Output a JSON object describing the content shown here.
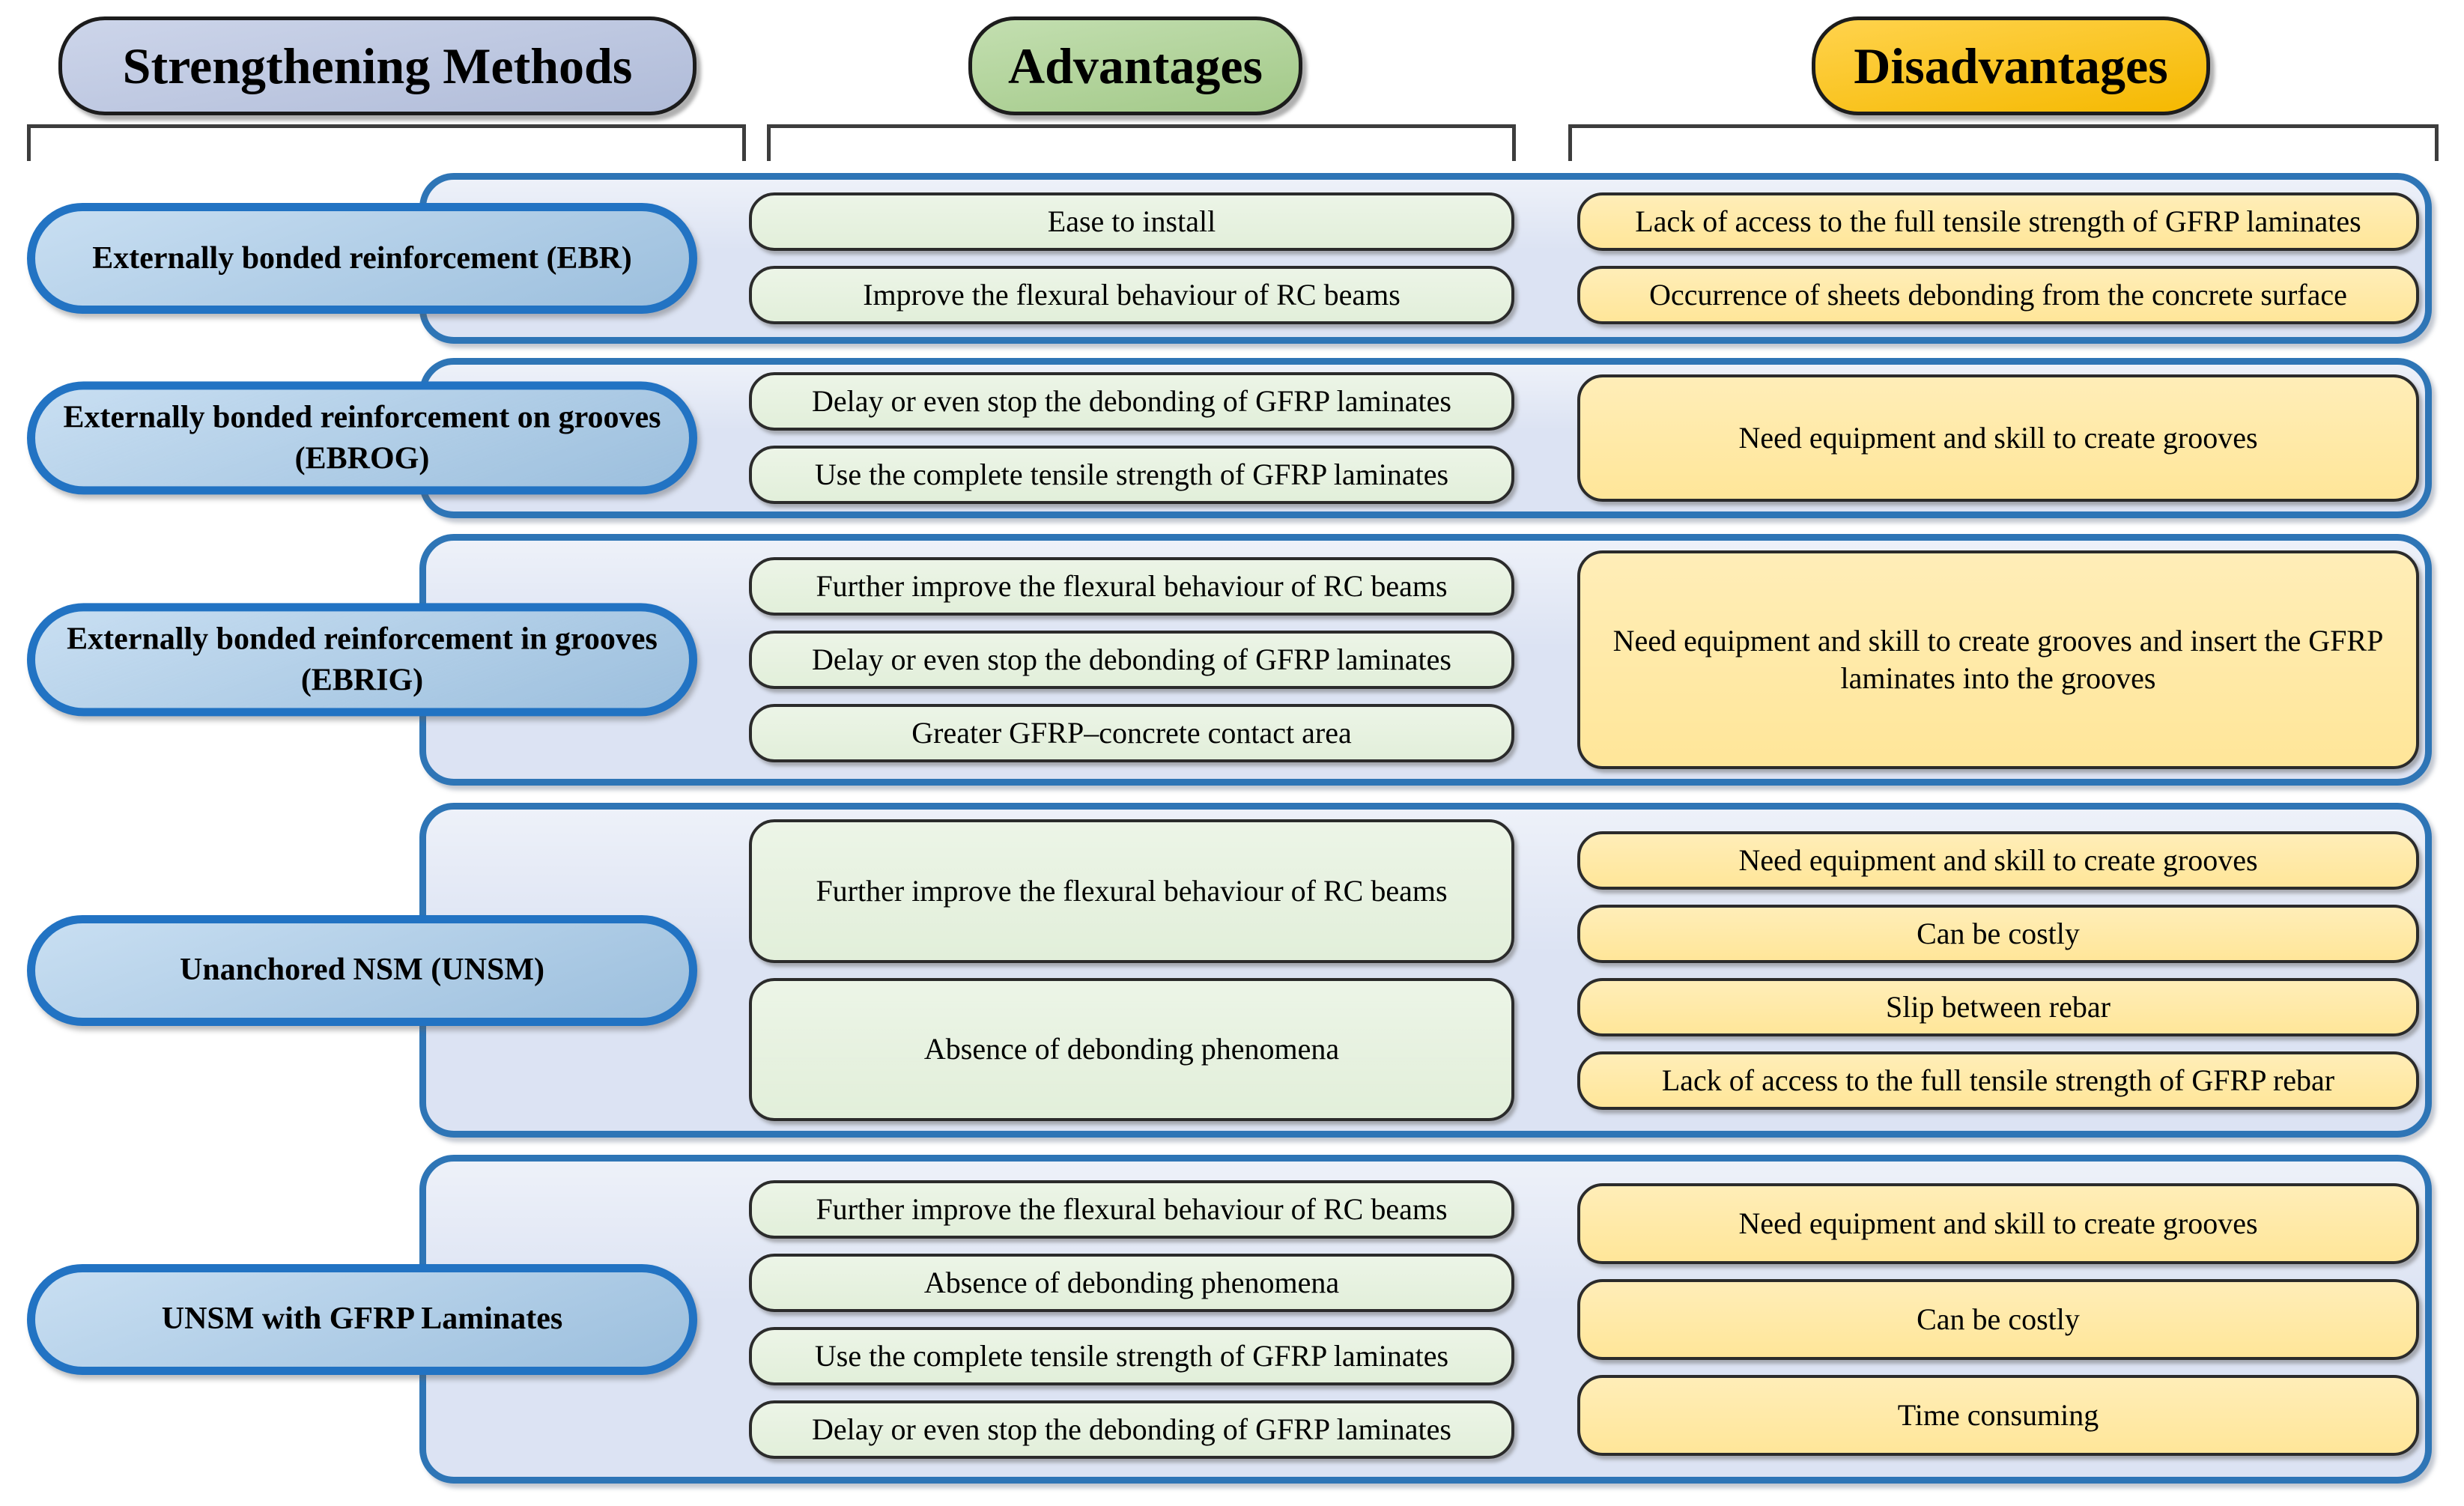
{
  "headers": {
    "methods": "Strengthening Methods",
    "advantages": "Advantages",
    "disadvantages": "Disadvantages"
  },
  "colors": {
    "header-methods": "#b7c3e1",
    "header-advantages": "#a9d18e",
    "header-disadvantages": "#ffc000",
    "method-fill": "#a4c9e9",
    "method-border": "#2273c3",
    "panel-fill": "#dce3f3",
    "panel-border": "#2e75b6",
    "adv-box": "#e2efda",
    "dis-box": "#ffe699",
    "box-border": "#2b2b2b"
  },
  "rows": [
    {
      "method": "Externally bonded reinforcement (EBR)",
      "advantages": [
        "Ease to install",
        "Improve the flexural behaviour of RC beams"
      ],
      "disadvantages": [
        "Lack of access to the full tensile strength of GFRP laminates",
        "Occurrence of sheets  debonding from the concrete surface"
      ]
    },
    {
      "method": "Externally bonded reinforcement on grooves\n(EBROG)",
      "advantages": [
        "Delay or even stop the debonding of GFRP laminates",
        "Use the complete tensile strength of GFRP laminates"
      ],
      "disadvantages": [
        "Need equipment and skill to create grooves"
      ]
    },
    {
      "method": "Externally bonded reinforcement in grooves\n(EBRIG)",
      "advantages": [
        "Further improve the flexural behaviour of RC beams",
        "Delay or even stop the debonding of GFRP laminates",
        "Greater  GFRP–concrete contact area"
      ],
      "disadvantages": [
        "Need equipment and skill to create grooves and insert the GFRP laminates into the grooves"
      ]
    },
    {
      "method": "Unanchored NSM (UNSM)",
      "advantages": [
        "Further improve the flexural behaviour of RC beams",
        "Absence of debonding phenomena"
      ],
      "disadvantages": [
        "Need equipment and skill to create grooves",
        "Can be costly",
        "Slip between rebar",
        "Lack of access to the full tensile strength of GFRP rebar"
      ]
    },
    {
      "method": "UNSM with GFRP Laminates",
      "advantages": [
        "Further improve the flexural behaviour of RC beams",
        "Absence of debonding phenomena",
        "Use the complete tensile strength of GFRP laminates",
        "Delay or even stop the debonding of GFRP laminates"
      ],
      "disadvantages": [
        "Need equipment and skill to create grooves",
        "Can be costly",
        "Time consuming"
      ]
    }
  ]
}
